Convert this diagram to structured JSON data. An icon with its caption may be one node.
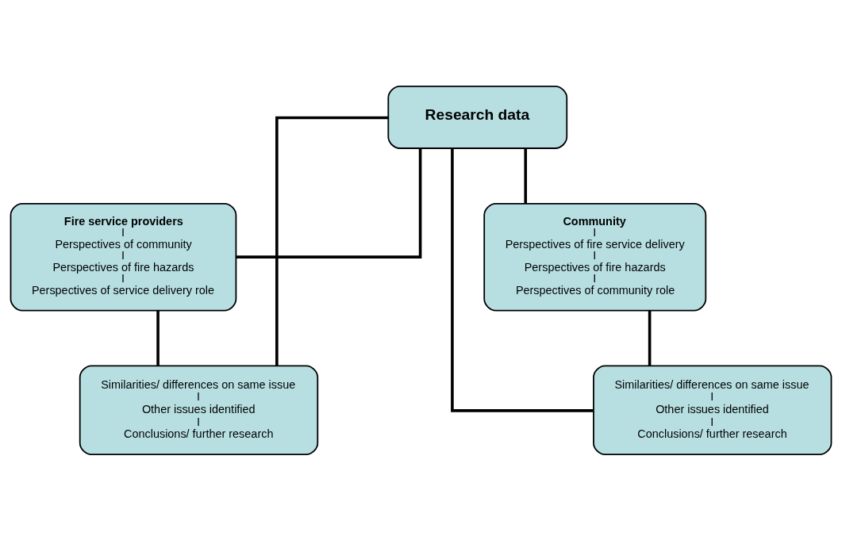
{
  "diagram": {
    "nodes": [
      {
        "text": [
          "Research data"
        ]
      },
      {
        "text": [
          "Fire service providers",
          "I",
          "Perspectives of community",
          "I",
          "Perspectives of fire hazards",
          "I",
          "Perspectives of service delivery role"
        ]
      },
      {
        "text": [
          "Community",
          "I",
          "Perspectives of fire service delivery",
          "I",
          "Perspectives of fire hazards",
          "I",
          "Perspectives of community role"
        ]
      },
      {
        "text": [
          "Similarities/ differences on same issue",
          "I",
          "Other issues identified",
          "I",
          "Conclusions/ further research"
        ]
      },
      {
        "text": [
          "Similarities/ differences on same issue",
          "I",
          "Other issues identified",
          "I",
          "Conclusions/ further research"
        ]
      }
    ],
    "edges": [
      {
        "from": 0,
        "to": 1,
        "arrow": "none"
      },
      {
        "from": 0,
        "to": 2,
        "arrow": "none"
      },
      {
        "from": 0,
        "to": 3,
        "arrow": "none"
      },
      {
        "from": 0,
        "to": 4,
        "arrow": "none"
      },
      {
        "from": 1,
        "to": 3,
        "arrow": "none"
      },
      {
        "from": 2,
        "to": 4,
        "arrow": "none"
      }
    ]
  }
}
